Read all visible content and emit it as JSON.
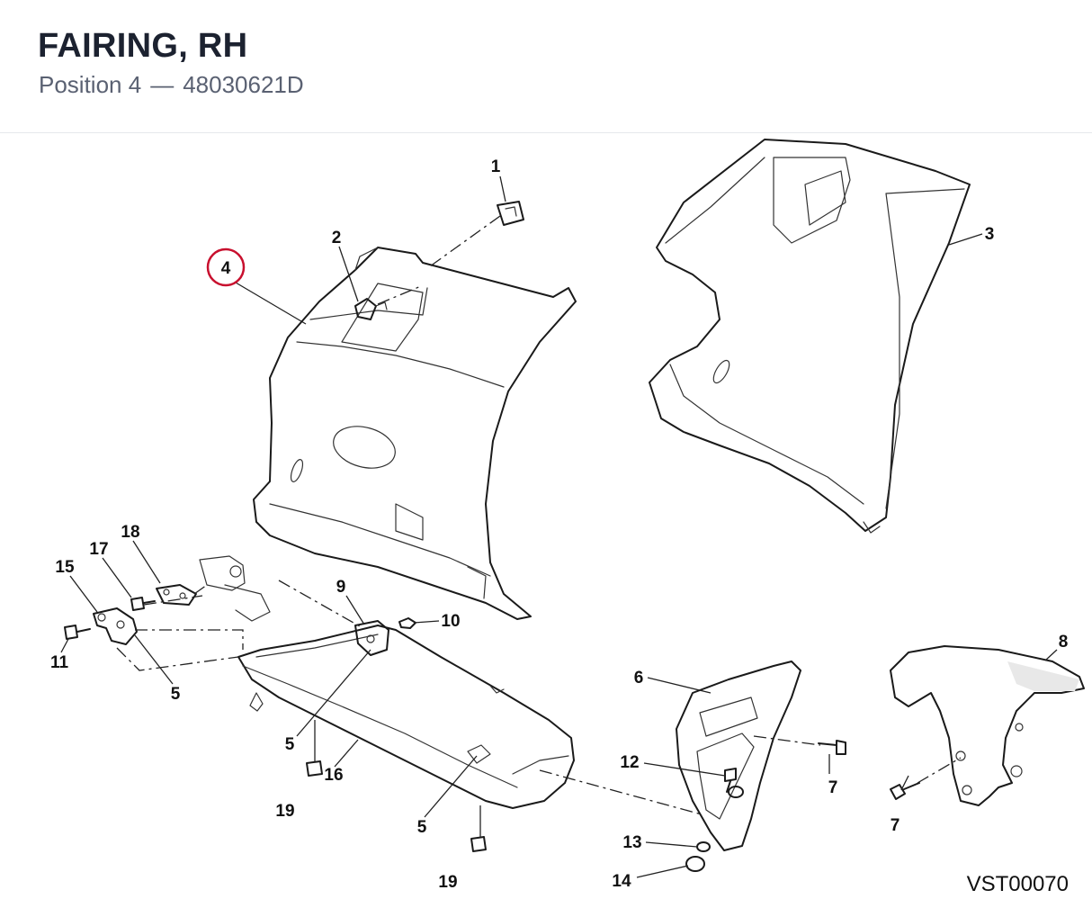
{
  "header": {
    "title": "FAIRING, RH",
    "position_label": "Position 4",
    "separator": "—",
    "part_number": "48030621D"
  },
  "diagram": {
    "highlighted_callout": "4",
    "highlight_color": "#c8102e",
    "callouts": {
      "c1": "1",
      "c2": "2",
      "c3": "3",
      "c4": "4",
      "c5a": "5",
      "c5b": "5",
      "c5c": "5",
      "c6": "6",
      "c7a": "7",
      "c7b": "7",
      "c8": "8",
      "c9": "9",
      "c10": "10",
      "c11": "11",
      "c12": "12",
      "c13": "13",
      "c14": "14",
      "c15": "15",
      "c16": "16",
      "c17": "17",
      "c18": "18",
      "c19a": "19",
      "c19b": "19"
    },
    "drawing_code": "VST00070"
  }
}
